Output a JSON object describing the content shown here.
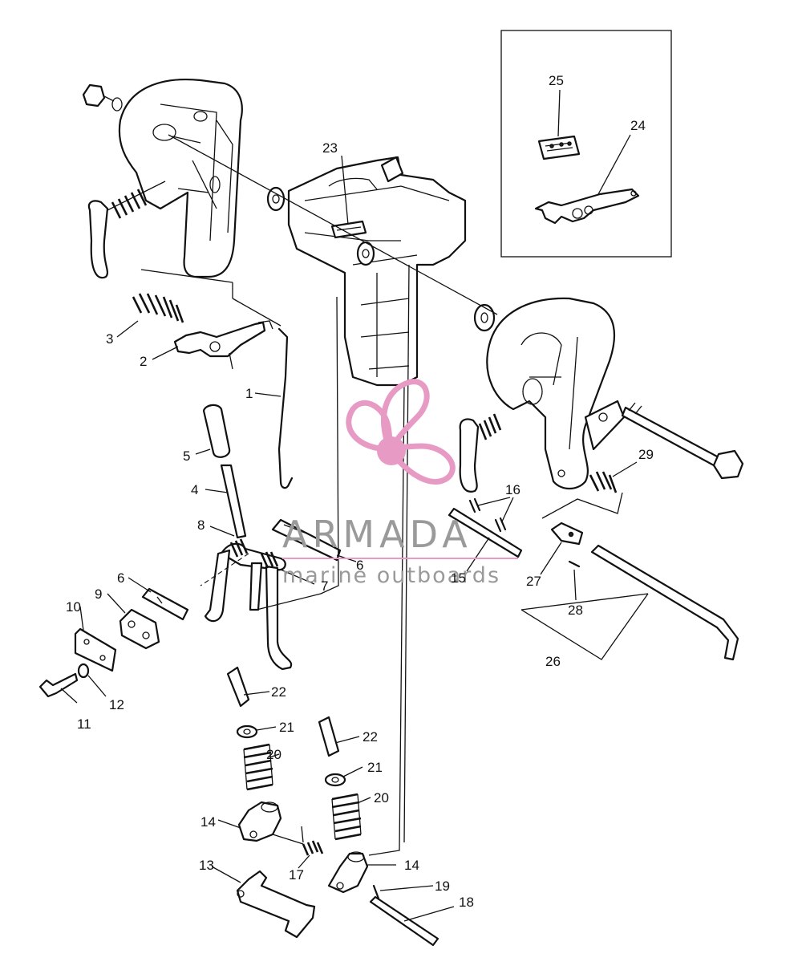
{
  "watermark": {
    "brand": "ARMADA",
    "tagline": "marine outboards",
    "accent_color": "#e79ac4",
    "text_color": "#9a9a9a"
  },
  "part_numbers": {
    "p1": "1",
    "p2": "2",
    "p3": "3",
    "p4": "4",
    "p5": "5",
    "p6a": "6",
    "p6b": "6",
    "p7": "7",
    "p8": "8",
    "p9": "9",
    "p10": "10",
    "p11": "11",
    "p12": "12",
    "p13": "13",
    "p14a": "14",
    "p14b": "14",
    "p15": "15",
    "p16": "16",
    "p17": "17",
    "p18": "18",
    "p19": "19",
    "p20a": "20",
    "p20b": "20",
    "p21a": "21",
    "p21b": "21",
    "p22a": "22",
    "p22b": "22",
    "p23": "23",
    "p24": "24",
    "p25": "25",
    "p26": "26",
    "p27": "27",
    "p28": "28",
    "p29": "29"
  }
}
